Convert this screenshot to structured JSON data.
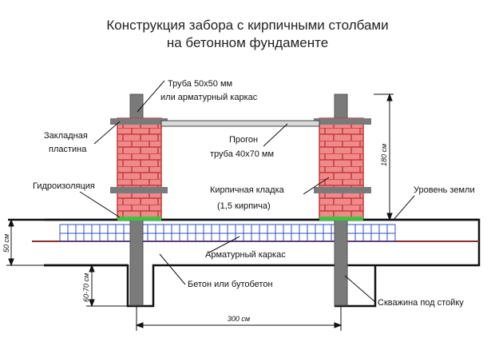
{
  "title": {
    "line1": "Конструкция забора с кирпичными столбами",
    "line2": "на бетонном фундаменте"
  },
  "labels": {
    "pipe": "Труба 50х50 мм",
    "pipe_alt": "или арматурный каркас",
    "plate_1": "Закладная",
    "plate_2": "пластина",
    "beam_1": "Прогон",
    "beam_2": "труба 40х70 мм",
    "waterproofing": "Гидроизоляция",
    "brickwork_1": "Кирпичная кладка",
    "brickwork_2": "(1,5 кирпича)",
    "ground_level": "Уровень земли",
    "rebar": "Арматурный каркас",
    "concrete": "Бетон или бутобетон",
    "borehole": "Скважина под стойку"
  },
  "dimensions": {
    "height": "180 см",
    "foundation_depth": "50 см",
    "hole_depth": "60-70 см",
    "span": "300 см"
  },
  "colors": {
    "brick": "#f08a8a",
    "brick_mortar": "#c23b3b",
    "post": "#7a7a7a",
    "beam": "#d9d9d9",
    "rebar": "#2f4fc4",
    "ground_line": "#8b2d2d",
    "waterproofing": "#3ec43e",
    "outline": "#111111"
  }
}
